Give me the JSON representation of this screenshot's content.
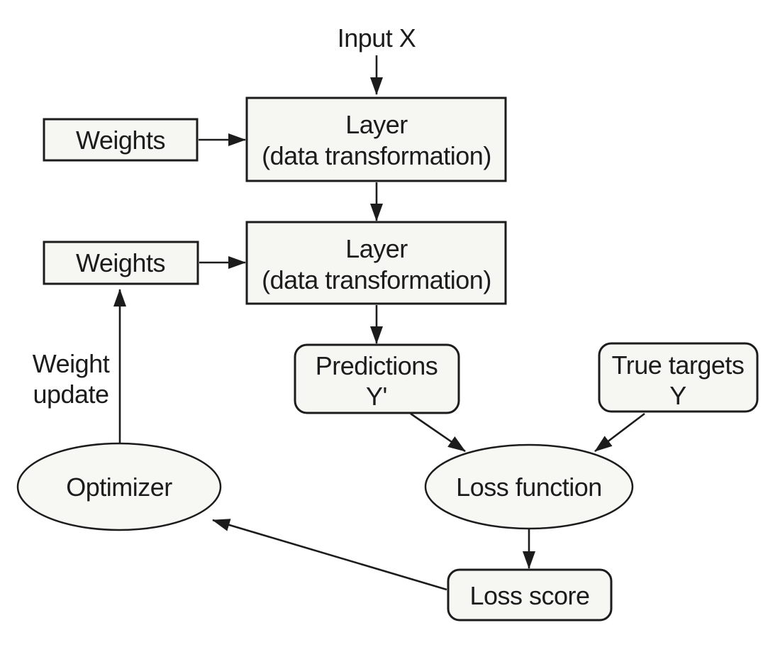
{
  "diagram": {
    "kind": "flowchart",
    "colors": {
      "background": "#ffffff",
      "node_fill": "#f6f6f2",
      "stroke": "#1c1c1c",
      "text": "#1c1c1c"
    },
    "nodes": {
      "input_x": {
        "shape": "plain-text",
        "label": "Input X"
      },
      "weights1": {
        "shape": "rect",
        "label": "Weights"
      },
      "layer1": {
        "shape": "rect",
        "line1": "Layer",
        "line2": "(data transformation)"
      },
      "weights2": {
        "shape": "rect",
        "label": "Weights"
      },
      "layer2": {
        "shape": "rect",
        "line1": "Layer",
        "line2": "(data transformation)"
      },
      "predictions": {
        "shape": "rounded-rect",
        "line1": "Predictions",
        "line2": "Y'"
      },
      "true_targets": {
        "shape": "rounded-rect",
        "line1": "True targets",
        "line2": "Y"
      },
      "loss_function": {
        "shape": "ellipse",
        "label": "Loss function"
      },
      "optimizer": {
        "shape": "ellipse",
        "label": "Optimizer"
      },
      "loss_score": {
        "shape": "rounded-rect",
        "label": "Loss score"
      }
    },
    "edge_labels": {
      "weight_update": {
        "line1": "Weight",
        "line2": "update"
      }
    },
    "edges": [
      {
        "from": "input_x",
        "to": "layer1"
      },
      {
        "from": "weights1",
        "to": "layer1"
      },
      {
        "from": "layer1",
        "to": "layer2"
      },
      {
        "from": "weights2",
        "to": "layer2"
      },
      {
        "from": "layer2",
        "to": "predictions"
      },
      {
        "from": "predictions",
        "to": "loss_function"
      },
      {
        "from": "true_targets",
        "to": "loss_function"
      },
      {
        "from": "loss_function",
        "to": "loss_score"
      },
      {
        "from": "loss_score",
        "to": "optimizer"
      },
      {
        "from": "optimizer",
        "to": "weights2",
        "label": "Weight update"
      }
    ]
  }
}
